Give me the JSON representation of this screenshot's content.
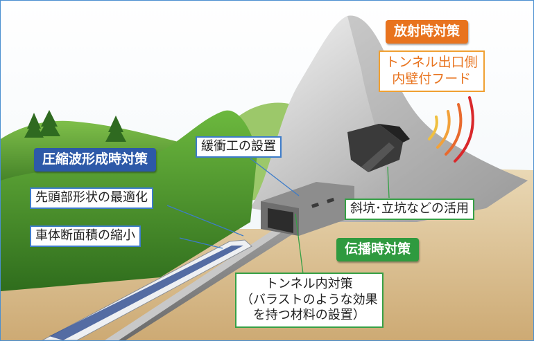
{
  "labels": {
    "radiation_heading": "放射時対策",
    "exit_hood_line1": "トンネル出口側",
    "exit_hood_line2": "内壁付フード",
    "compression_heading": "圧縮波形成時対策",
    "buffer": "緩衝工の設置",
    "nose_shape": "先頭部形状の最適化",
    "cross_section": "車体断面積の縮小",
    "shaft": "斜坑･立坑などの活用",
    "propagation_heading": "伝播時対策",
    "in_tunnel_line1": "トンネル内対策",
    "in_tunnel_line2": "（バラストのような効果",
    "in_tunnel_line3": "を持つ材料の設置）"
  },
  "colors": {
    "radiation": "#e8731e",
    "compression": "#2d59a8",
    "propagation": "#2f9a3f"
  },
  "icons": [
    "sound-wave-icon"
  ]
}
